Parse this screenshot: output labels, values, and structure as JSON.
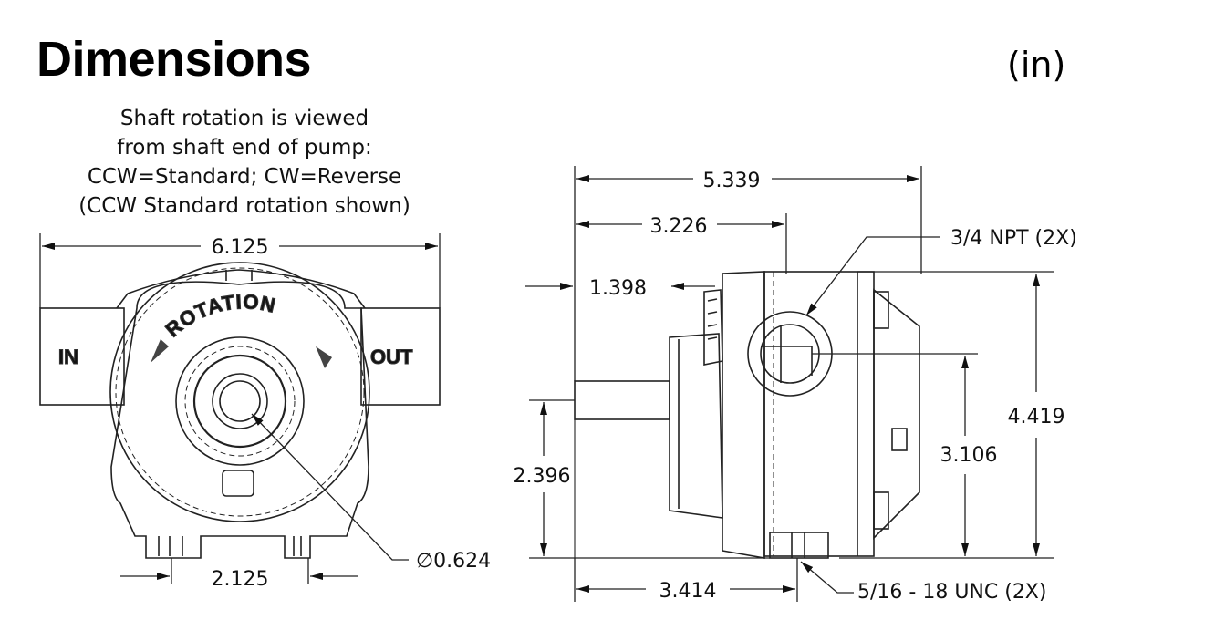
{
  "header": {
    "title": "Dimensions",
    "units": "(in)"
  },
  "note": {
    "lines": [
      "Shaft rotation is viewed",
      "from shaft end of pump:",
      "CCW=Standard; CW=Reverse",
      "(CCW Standard rotation shown)"
    ]
  },
  "front_view": {
    "rotation_label": "ROTATION",
    "inlet_label": "IN",
    "outlet_label": "OUT",
    "overall_width": "6.125",
    "foot_spacing": "2.125",
    "shaft_diameter": "∅0.624"
  },
  "side_view": {
    "overall_length": "5.339",
    "port_center_from_end": "3.226",
    "shaft_length": "1.398",
    "port_thread": "3/4 NPT (2X)",
    "overall_height": "4.419",
    "port_center_height": "3.106",
    "shaft_center_height": "2.396",
    "mount_hole_distance": "3.414",
    "mount_thread": "5/16 - 18 UNC (2X)"
  }
}
